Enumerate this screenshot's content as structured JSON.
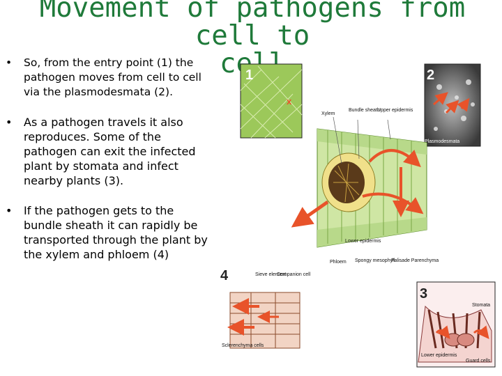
{
  "slide": {
    "title_line1": "Movement of pathogens from cell to",
    "title_line2": "cell",
    "bullets": [
      "So, from the entry point (1) the pathogen moves from cell to cell via the plasmodesmata (2).",
      "As a pathogen travels it also reproduces.  Some of the pathogen can exit the infected plant by stomata and infect nearby plants (3).",
      "If the pathogen gets to the  bundle sheath it can rapidly be transported through the plant by the xylem and phloem (4)"
    ],
    "bullet_char": "•"
  },
  "figure": {
    "panel1_number": "1",
    "panel2_number": "2",
    "panel3_number": "3",
    "panel4_number": "4",
    "label_xylem": "Xylem",
    "label_bundle_sheath": "Bundle sheath",
    "label_upper_epidermis": "Upper epidermis",
    "label_plasmodesmata": "Plasmodesmata",
    "label_lower_epidermis": "Lower epidermis",
    "label_phloem": "Phloem",
    "label_spongy": "Spongy mesophyll",
    "label_palisade": "Palisade Parenchyma",
    "label_sieve": "Sieve element",
    "label_companion": "Companion cell",
    "label_sclerenchyma": "Sclerenchyma cells",
    "label_stomata": "Stomata",
    "label_lower_epidermis_3": "Lower epidermis",
    "label_guard": "Guard cells"
  },
  "colors": {
    "title": "#1f7a3a",
    "arrow": "#e8532a",
    "leaf": "#a9cf5a",
    "panel_border": "#222222"
  }
}
